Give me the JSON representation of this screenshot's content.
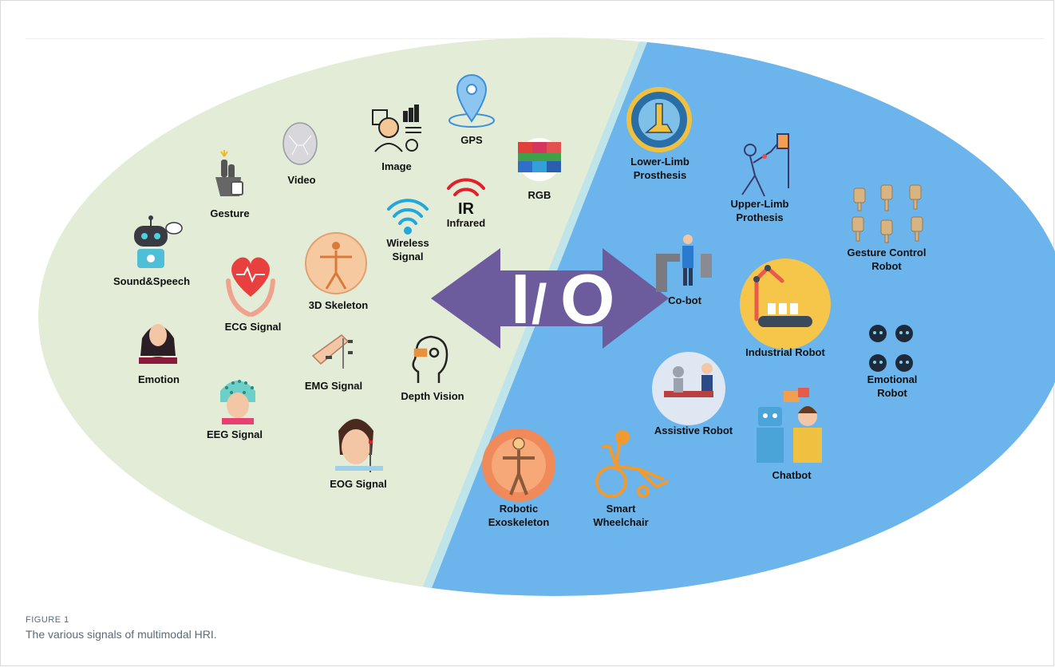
{
  "left_labels": {
    "gps": "GPS",
    "image": "Image",
    "rgb": "RGB",
    "video": "Video",
    "gesture": "Gesture",
    "ir_mark": "IR",
    "infrared": "Infrared",
    "wireless1": "Wireless",
    "wireless2": "Signal",
    "sound": "Sound&Speech",
    "skeleton": "3D Skeleton",
    "ecg": "ECG Signal",
    "emotion": "Emotion",
    "emg": "EMG Signal",
    "depth": "Depth Vision",
    "eeg": "EEG Signal",
    "eog": "EOG Signal"
  },
  "center": {
    "i": "I",
    "slash": "/",
    "o": "O"
  },
  "right_labels": {
    "lower1": "Lower-Limb",
    "lower2": "Prosthesis",
    "upper1": "Upper-Limb",
    "upper2": "Prothesis",
    "gesture1": "Gesture Control",
    "gesture2": "Robot",
    "cobot": "Co-bot",
    "industrial": "Industrial Robot",
    "emotional1": "Emotional",
    "emotional2": "Robot",
    "assistive": "Assistive Robot",
    "chatbot": "Chatbot",
    "exo1": "Robotic",
    "exo2": "Exoskeleton",
    "wheel1": "Smart",
    "wheel2": "Wheelchair"
  },
  "caption": {
    "figure_number": "FIGURE 1",
    "text": "The various signals of multimodal HRI."
  },
  "colors": {
    "left_panel": "#e2ecd6",
    "right_panel": "#6cb4ec",
    "divider": "#bfe5ea",
    "arrow": "#6c5c9e"
  }
}
